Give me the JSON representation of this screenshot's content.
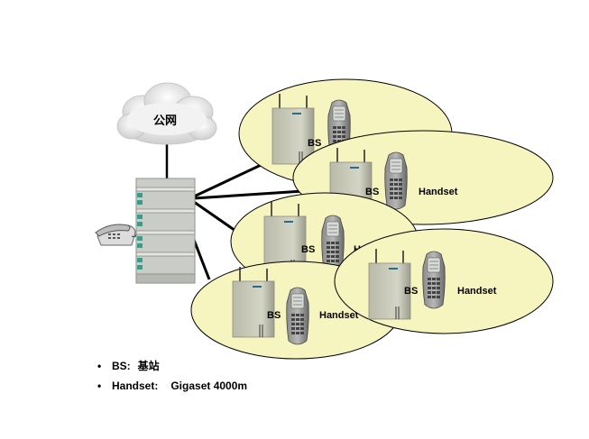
{
  "cloud": {
    "label": "公网"
  },
  "cells": [
    {
      "bs_label": "BS",
      "handset_label": ""
    },
    {
      "bs_label": "BS",
      "handset_label": "Handset"
    },
    {
      "bs_label": "BS",
      "handset_label": ""
    },
    {
      "bs_label": "BS",
      "handset_label": "Handset"
    },
    {
      "bs_label": "BS",
      "handset_label": "Handset"
    }
  ],
  "partial_label": "H",
  "legend": [
    {
      "bullet": "•",
      "key": "BS:",
      "value": "基站"
    },
    {
      "bullet": "•",
      "key": "Handset:",
      "value": "Gigaset 4000m"
    }
  ],
  "colors": {
    "ellipse_fill": "#f7f5bf",
    "cloud": "#e8e8e8",
    "server": "#c9ccc7",
    "server_stripe": "#3f9a8a",
    "bs_body": "#c6c7b8",
    "handset": "#6f6f6f",
    "lines": "#000000"
  },
  "icons": [
    "cloud-icon",
    "server-rack-icon",
    "desk-phone-icon",
    "base-station-icon",
    "handset-icon"
  ]
}
